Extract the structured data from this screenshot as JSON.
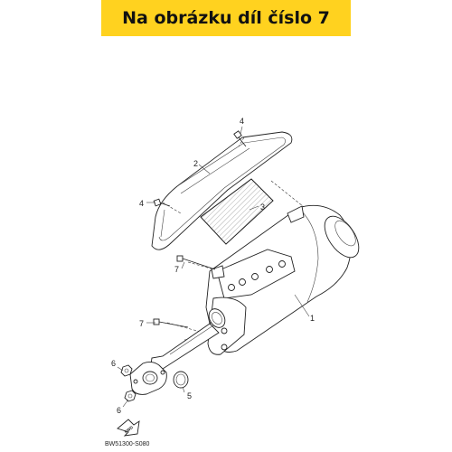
{
  "banner": {
    "text": "Na obrázku díl číslo 7",
    "color": "#ffd21f"
  },
  "callouts": {
    "c1": "1",
    "c2": "2",
    "c3": "3",
    "c4a": "4",
    "c4b": "4",
    "c5": "5",
    "c6a": "6",
    "c6b": "6",
    "c7a": "7",
    "c7b": "7"
  },
  "forward_label": "FWD",
  "diagram_code": "BW51300-S080"
}
